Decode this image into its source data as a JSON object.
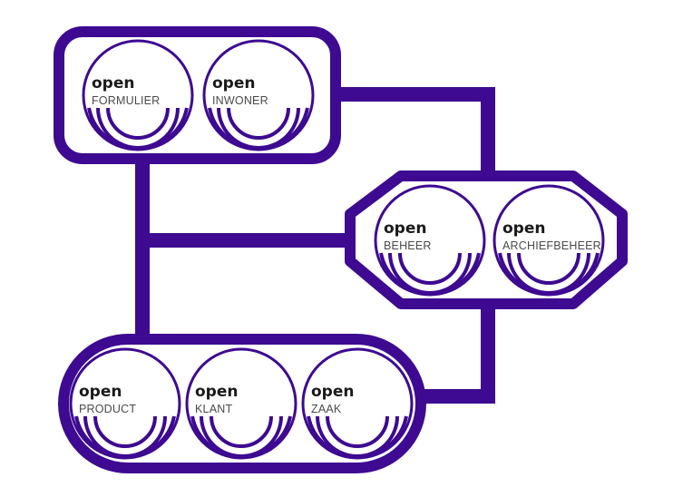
{
  "colors": {
    "brand": "#3d0a91",
    "text": "#1a1a1a",
    "subtext": "#4a4a4a",
    "background": "#ffffff"
  },
  "groups": [
    {
      "name": "top",
      "modules": [
        {
          "prefix": "open",
          "name": "FORMULIER"
        },
        {
          "prefix": "open",
          "name": "INWONER"
        }
      ]
    },
    {
      "name": "middle",
      "modules": [
        {
          "prefix": "open",
          "name": "BEHEER"
        },
        {
          "prefix": "open",
          "name": "ARCHIEFBEHEER"
        }
      ]
    },
    {
      "name": "bottom",
      "modules": [
        {
          "prefix": "open",
          "name": "PRODUCT"
        },
        {
          "prefix": "open",
          "name": "KLANT"
        },
        {
          "prefix": "open",
          "name": "ZAAK"
        }
      ]
    }
  ]
}
